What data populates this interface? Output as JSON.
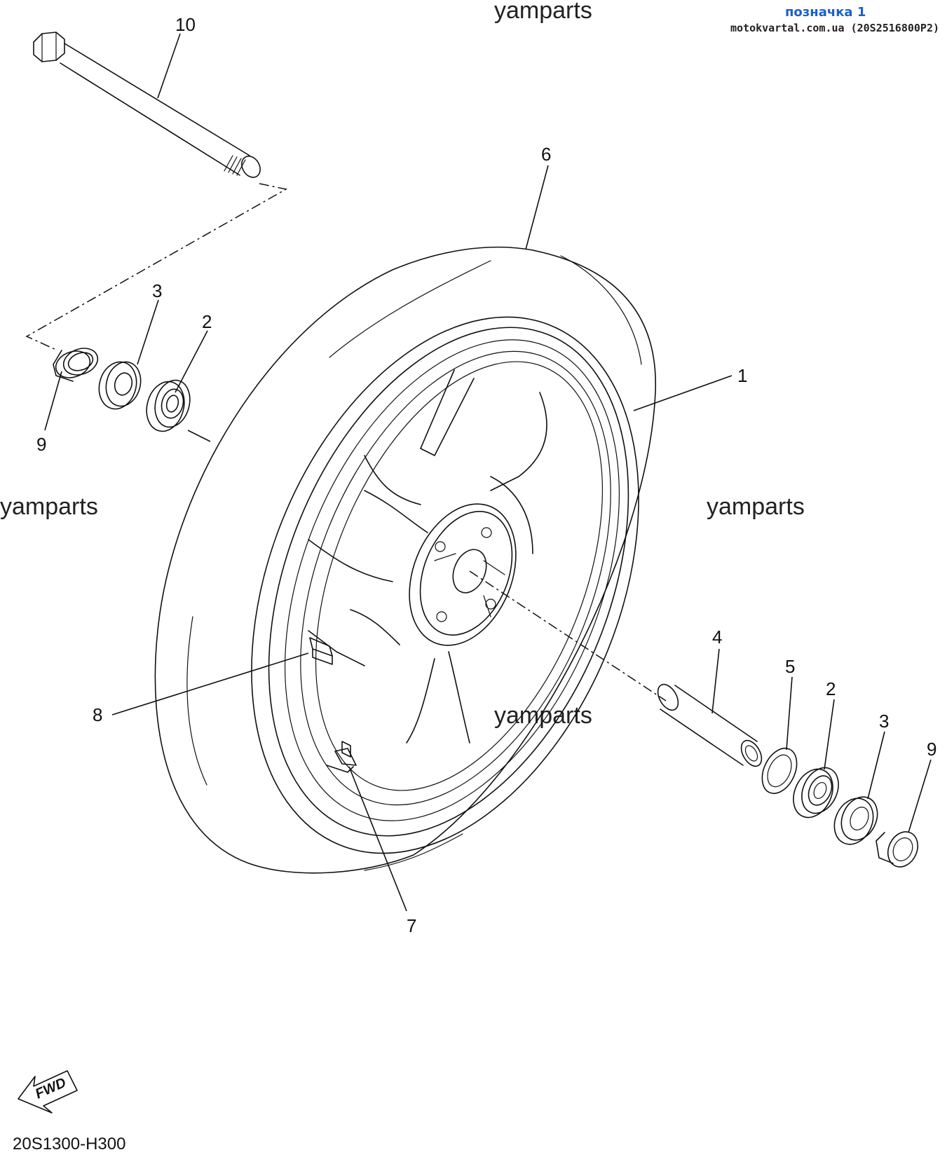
{
  "header": {
    "badge": "позначка 1",
    "site": "motokvartal.com.ua (20S2516800P2)"
  },
  "watermarks": [
    "yamparts",
    "yamparts",
    "yamparts",
    "yamparts"
  ],
  "callouts": {
    "c10": "10",
    "c6": "6",
    "c3a": "3",
    "c2a": "2",
    "c9a": "9",
    "c1": "1",
    "c4": "4",
    "c5": "5",
    "c2b": "2",
    "c3b": "3",
    "c9b": "9",
    "c8": "8",
    "c7": "7"
  },
  "footer": {
    "fwd_label": "FWD",
    "diagram_code": "20S1300-H300"
  }
}
